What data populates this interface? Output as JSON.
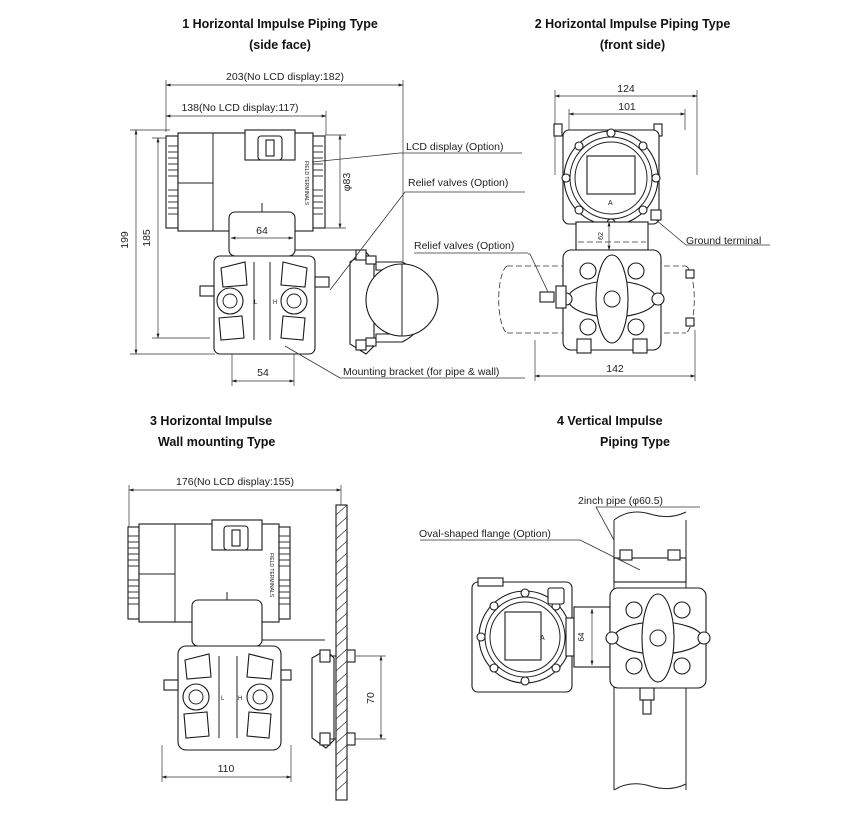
{
  "titles": {
    "t1": {
      "line1": "1 Horizontal Impulse Piping Type",
      "line2": "(side face)"
    },
    "t2": {
      "line1": "2 Horizontal Impulse Piping Type",
      "line2": "(front side)"
    },
    "t3": {
      "line1": "3 Horizontal Impulse",
      "line2": "Wall mounting Type"
    },
    "t4": {
      "line1": "4   Vertical Impulse",
      "line2": "Piping Type"
    }
  },
  "view1": {
    "dims": {
      "overall_width": "203(No LCD display:182)",
      "housing_width": "138(No LCD display:117)",
      "height_total": "199",
      "height_body": "185",
      "diameter": "φ83",
      "capsule_width": "64",
      "flange_width": "54"
    },
    "labels": {
      "lcd": "LCD display  (Option)",
      "relief_top": "Relief valves  (Option)",
      "relief_mid": "Relief valves  (Option)",
      "bracket": "Mounting bracket  (for pipe & wall)"
    },
    "housing_text": "FIELD TERMINALS"
  },
  "view2": {
    "dims": {
      "width_124": "124",
      "width_101": "101",
      "width_142": "142",
      "height_62": "62"
    },
    "labels": {
      "ground": "Ground terminal"
    }
  },
  "view3": {
    "dims": {
      "overall_width": "176(No LCD display:155)",
      "height_70": "70",
      "width_110": "110"
    },
    "housing_text": "FIELD TERMINALS"
  },
  "view4": {
    "dims": {
      "height_64": "64"
    },
    "labels": {
      "pipe": "2inch pipe  (φ60.5)",
      "flange": "Oval-shaped flange  (Option)"
    }
  },
  "colors": {
    "ink": "#222222",
    "background": "#ffffff"
  }
}
